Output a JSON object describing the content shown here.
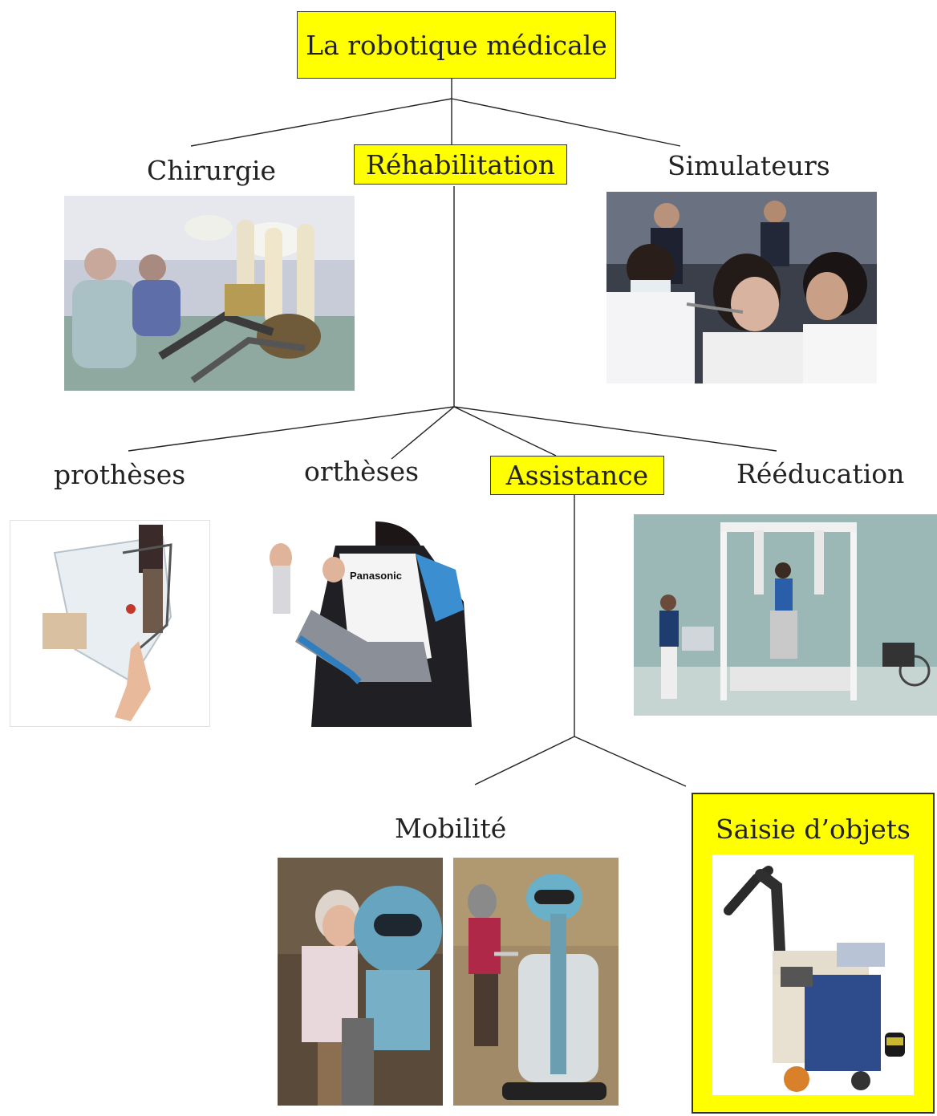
{
  "root": {
    "label": "La robotique médicale"
  },
  "level1": {
    "surgery": {
      "label": "Chirurgie",
      "photo_icon": "surgical-robot-photo"
    },
    "rehab": {
      "label": "Réhabilitation"
    },
    "simulators": {
      "label": "Simulateurs",
      "photo_icon": "dental-simulator-robot-photo"
    }
  },
  "level2": {
    "prostheses": {
      "label": "prothèses",
      "photo_icon": "robotic-arm-prosthesis-photo"
    },
    "orthoses": {
      "label": "orthèses",
      "photo_icon": "arm-exoskeleton-photo",
      "brand_text": "Panasonic"
    },
    "assistance": {
      "label": "Assistance"
    },
    "reeducation": {
      "label": "Rééducation",
      "photo_icon": "gait-training-robot-photo"
    }
  },
  "level3": {
    "mobility": {
      "label": "Mobilité",
      "photo_icon": "walking-assist-robot-photo"
    },
    "grasping": {
      "label": "Saisie d’objets",
      "photo_icon": "manipulator-robot-photo"
    }
  },
  "colors": {
    "highlight": "#ffff00",
    "line": "#222222"
  }
}
